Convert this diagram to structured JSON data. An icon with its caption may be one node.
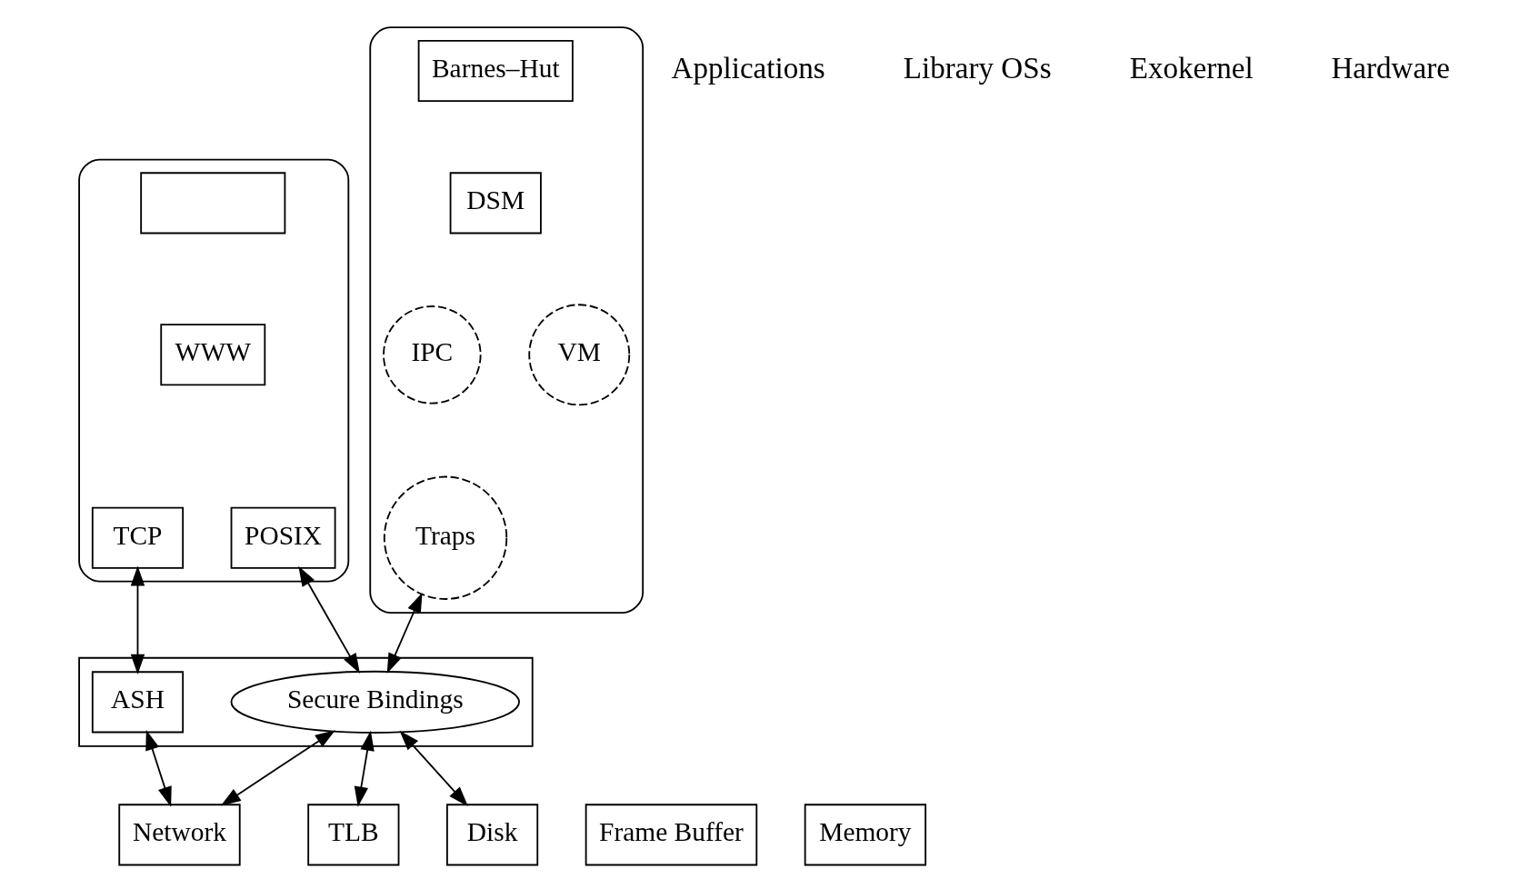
{
  "diagram": {
    "nodes": [
      {
        "text": [],
        "shape": "ellipse"
      },
      {
        "text": [],
        "shape": "box",
        "in": 0
      },
      {
        "text": [
          "WWW"
        ],
        "in": 0
      },
      {
        "text": [
          "TCP"
        ],
        "in": 0
      },
      {
        "text": [
          "POSIX"
        ],
        "in": 0
      },
      {
        "text": [],
        "shape": "ellipse"
      },
      {
        "text": [
          "Barnes–Hut"
        ],
        "in": 5
      },
      {
        "text": [
          "DSM"
        ],
        "in": 5
      },
      {
        "text": [
          "IPC"
        ],
        "in": 5
      },
      {
        "text": [
          "VM"
        ],
        "in": 5
      },
      {
        "text": [
          "Traps"
        ],
        "in": 5
      },
      {
        "text": [],
        "shape": "box"
      },
      {
        "text": [
          "ASH"
        ],
        "in": 11
      },
      {
        "text": [
          "Secure Bindings"
        ],
        "in": 11
      },
      {
        "text": [
          "Network"
        ]
      },
      {
        "text": [
          "Frame Buffer"
        ]
      },
      {
        "text": [
          "Memory"
        ]
      },
      {
        "text": [
          "TLB"
        ]
      },
      {
        "text": [
          "Disk"
        ]
      }
    ],
    "edges": [
      {
        "from": 3,
        "to": 12,
        "arrow": "both"
      },
      {
        "from": 4,
        "to": 13,
        "arrow": "both"
      },
      {
        "from": 10,
        "to": 13,
        "arrow": "both"
      },
      {
        "from": 12,
        "to": 14,
        "arrow": "both"
      },
      {
        "from": 13,
        "to": 14,
        "arrow": "both"
      },
      {
        "from": 13,
        "to": 17,
        "arrow": "both"
      },
      {
        "from": 13,
        "to": 18,
        "arrow": "both"
      }
    ],
    "labels": [
      "Applications",
      "Library OSs",
      "Exokernel",
      "Hardware"
    ]
  }
}
